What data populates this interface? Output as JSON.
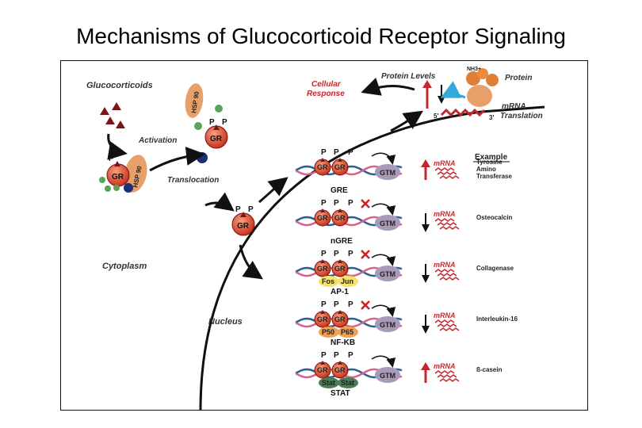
{
  "slide": {
    "title": "Mechanisms of Glucocorticoid Receptor Signaling"
  },
  "diagram": {
    "glucocorticoids": "Glucocorticoids",
    "hsp90": "HSP 90",
    "gr": "GR",
    "p": "P",
    "activation": "Activation",
    "translocation": "Translocation",
    "cytoplasm": "Cytoplasm",
    "nucleus": "Nucleus",
    "cellular_response_1": "Cellular",
    "cellular_response_2": "Response",
    "protein_levels": "Protein Levels",
    "protein": "Protein",
    "nh3": "NH3+",
    "mrna_translation_1": "mRNA",
    "mrna_translation_2": "Translation",
    "five_prime": "5'",
    "three_prime": "3'",
    "gtm": "GTM",
    "mrna": "mRNA",
    "example_header": "Example",
    "rows": [
      {
        "element": "GRE",
        "example_lines": [
          "Tyrosine",
          "Amino",
          "Transferase"
        ],
        "factors": []
      },
      {
        "element": "nGRE",
        "example_lines": [
          "Osteocalcin"
        ],
        "factors": []
      },
      {
        "element": "AP-1",
        "example_lines": [
          "Collagenase"
        ],
        "factors": [
          "Fos",
          "Jun"
        ]
      },
      {
        "element": "NF-KB",
        "example_lines": [
          "Interleukin-16"
        ],
        "factors": [
          "P50",
          "P65"
        ]
      },
      {
        "element": "STAT",
        "example_lines": [
          "ß-casein"
        ],
        "factors": [
          "Stat",
          "Stat"
        ]
      }
    ],
    "colors": {
      "gr_red": "#d9452b",
      "hsp_orange": "#e8a06a",
      "dna_pink": "#d9608a",
      "dna_blue": "#2a5d9a",
      "gtm_purple": "#a89ab8",
      "ap1_yellow": "#f3e36a",
      "nfkb_orange": "#f0a050",
      "stat_green": "#4f7a58",
      "mrna_red": "#c0282d"
    }
  }
}
